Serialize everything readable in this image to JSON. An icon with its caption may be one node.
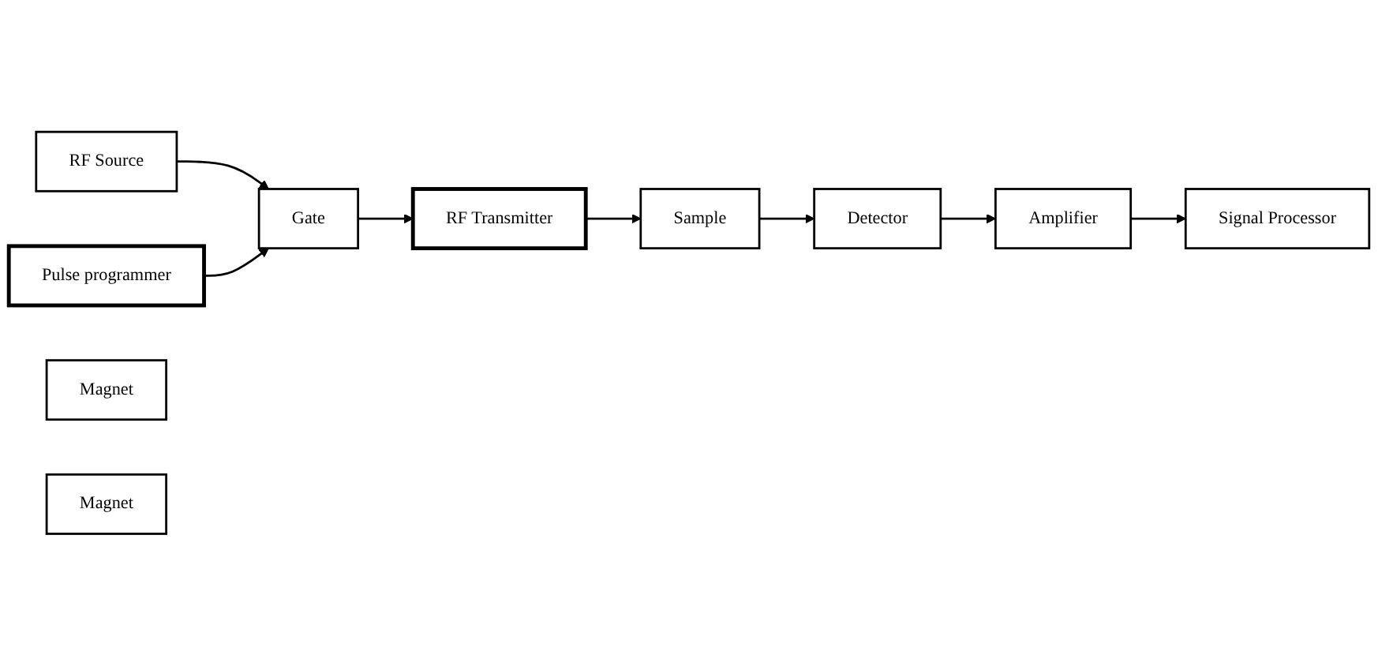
{
  "diagram": {
    "nodes": [
      {
        "text": [
          "RF Source"
        ]
      },
      {
        "text": [
          "Gate"
        ]
      },
      {
        "text": [
          "Pulse programmer"
        ]
      },
      {
        "text": [
          "RF Transmitter"
        ]
      },
      {
        "text": [
          "Magnet"
        ]
      },
      {
        "text": [
          "Sample"
        ]
      },
      {
        "text": [
          "Magnet"
        ]
      },
      {
        "text": [
          "Detector"
        ]
      },
      {
        "text": [
          "Amplifier"
        ]
      },
      {
        "text": [
          "Signal Processor"
        ]
      }
    ],
    "edges": [
      {
        "from": 0,
        "to": 1,
        "arrow": "to"
      },
      {
        "from": 2,
        "to": 1,
        "arrow": "to"
      },
      {
        "from": 1,
        "to": 3,
        "arrow": "to"
      },
      {
        "from": 3,
        "to": 5,
        "arrow": "to"
      },
      {
        "from": 5,
        "to": 7,
        "arrow": "to"
      },
      {
        "from": 7,
        "to": 8,
        "arrow": "to"
      },
      {
        "from": 8,
        "to": 9,
        "arrow": "to"
      }
    ]
  }
}
